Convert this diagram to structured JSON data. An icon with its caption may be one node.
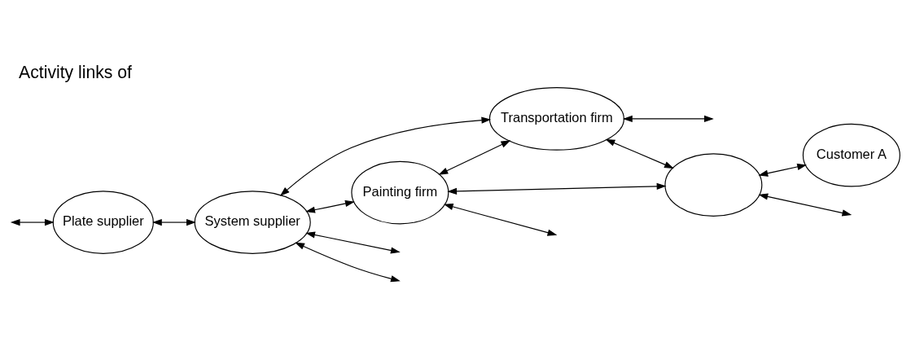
{
  "diagram": {
    "title": "Activity links of",
    "nodes": [
      {
        "text": [
          "Plate supplier"
        ]
      },
      {
        "text": [
          "System supplier"
        ]
      },
      {
        "text": [
          "Painting firm"
        ]
      },
      {
        "text": [
          "Transportation firm"
        ]
      },
      {
        "text": [],
        "shape": "ellipse"
      },
      {
        "text": [
          "Customer A"
        ]
      }
    ],
    "edges": [
      {
        "from": null,
        "to": 0,
        "arrow": "both"
      },
      {
        "from": 0,
        "to": 1,
        "arrow": "both"
      },
      {
        "from": 1,
        "to": null,
        "arrow": "both"
      },
      {
        "from": 1,
        "to": 2,
        "arrow": "both"
      },
      {
        "from": 1,
        "to": 3,
        "arrow": "both"
      },
      {
        "from": 1,
        "to": null,
        "arrow": "both"
      },
      {
        "from": 2,
        "to": null,
        "arrow": "both"
      },
      {
        "from": 2,
        "to": 3,
        "arrow": "both"
      },
      {
        "from": 2,
        "to": 4,
        "arrow": "both"
      },
      {
        "from": 3,
        "to": 4,
        "arrow": "both"
      },
      {
        "from": 3,
        "to": null,
        "arrow": "both"
      },
      {
        "from": 4,
        "to": null,
        "arrow": "both"
      },
      {
        "from": 4,
        "to": 5,
        "arrow": "both"
      }
    ]
  }
}
